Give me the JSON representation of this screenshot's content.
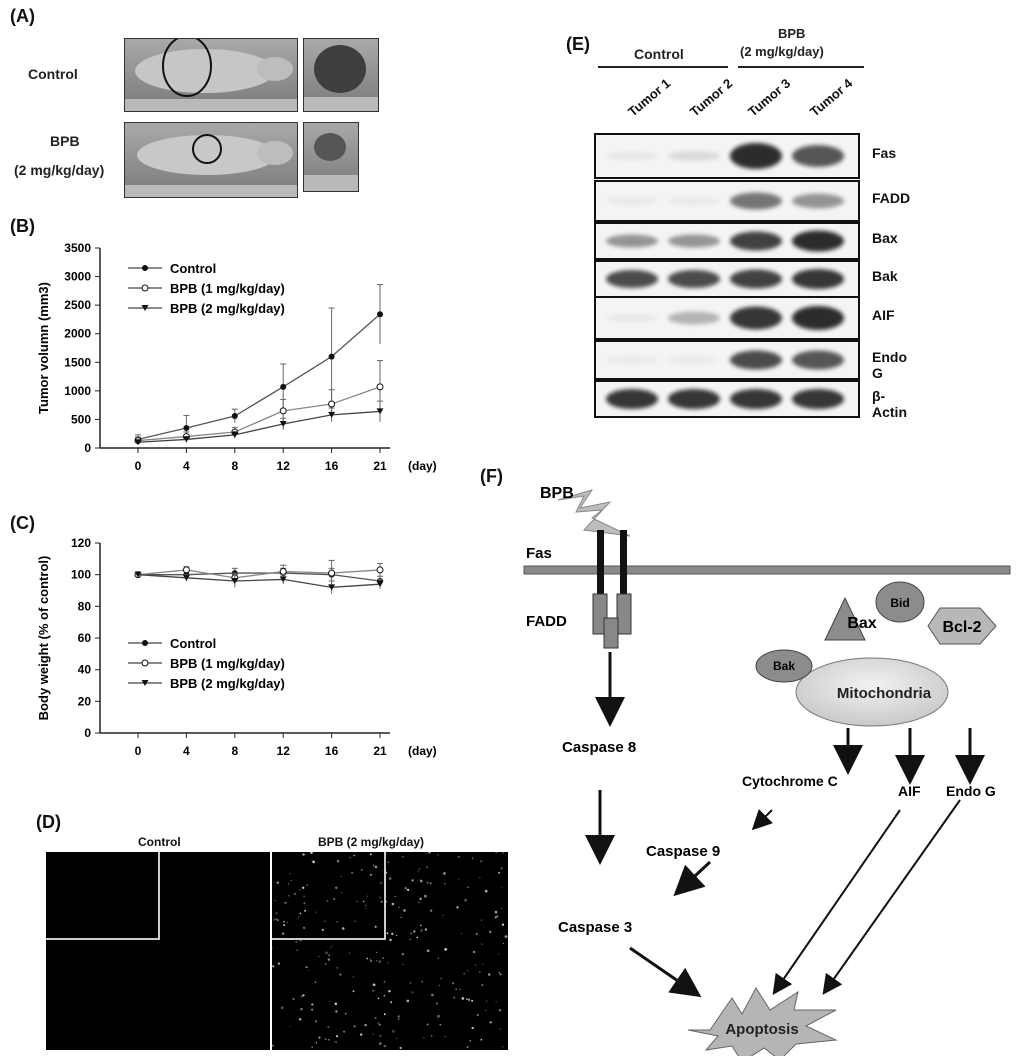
{
  "panelA": {
    "label": "(A)",
    "control_label": "Control",
    "bpb_label_line1": "BPB",
    "bpb_label_line2": "(2 mg/kg/day)"
  },
  "panelB": {
    "label": "(B)"
  },
  "panelC": {
    "label": "(C)"
  },
  "panelD": {
    "label": "(D)",
    "left_title": "Control",
    "right_title": "BPB (2 mg/kg/day)"
  },
  "panelE": {
    "label": "(E)",
    "group_control": "Control",
    "group_bpb_line1": "BPB",
    "group_bpb_line2": "(2 mg/kg/day)",
    "lanes": [
      "Tumor 1",
      "Tumor 2",
      "Tumor 3",
      "Tumor 4"
    ],
    "proteins": [
      "Fas",
      "FADD",
      "Bax",
      "Bak",
      "AIF",
      "Endo G",
      "β-Actin"
    ],
    "band_intensity": [
      [
        0.05,
        0.12,
        0.95,
        0.75
      ],
      [
        0.05,
        0.05,
        0.6,
        0.45
      ],
      [
        0.45,
        0.45,
        0.85,
        0.95
      ],
      [
        0.8,
        0.8,
        0.85,
        0.9
      ],
      [
        0.05,
        0.3,
        0.9,
        0.95
      ],
      [
        0.05,
        0.05,
        0.8,
        0.75
      ],
      [
        0.9,
        0.9,
        0.9,
        0.9
      ]
    ]
  },
  "panelF": {
    "label": "(F)",
    "bpb": "BPB",
    "fas": "Fas",
    "fadd": "FADD",
    "bid": "Bid",
    "bax": "Bax",
    "bcl2": "Bcl-2",
    "bak": "Bak",
    "mito": "Mitochondria",
    "casp8": "Caspase 8",
    "cytc": "Cytochrome C",
    "aif": "AIF",
    "endog": "Endo G",
    "casp9": "Caspase 9",
    "casp3": "Caspase 3",
    "apoptosis": "Apoptosis"
  },
  "chart_data": [
    {
      "type": "line",
      "ylabel": "Tumor volumn (mm3)",
      "x": [
        0,
        4,
        8,
        12,
        16,
        21
      ],
      "x_unit": "(day)",
      "ylim": [
        0,
        3500
      ],
      "yticks": [
        0,
        500,
        1000,
        1500,
        2000,
        2500,
        3000,
        3500
      ],
      "series": [
        {
          "name": "Control",
          "values": [
            150,
            350,
            560,
            1070,
            1600,
            2340
          ],
          "errors": [
            80,
            220,
            120,
            400,
            850,
            520
          ]
        },
        {
          "name": "BPB (1 mg/kg/day)",
          "values": [
            130,
            200,
            280,
            650,
            770,
            1070
          ],
          "errors": [
            60,
            80,
            80,
            200,
            250,
            460
          ]
        },
        {
          "name": "BPB (2 mg/kg/day)",
          "values": [
            100,
            150,
            230,
            420,
            580,
            640
          ],
          "errors": [
            40,
            50,
            60,
            100,
            120,
            180
          ]
        }
      ],
      "grid": false,
      "legend": "top-left"
    },
    {
      "type": "line",
      "ylabel": "Body weight (% of control)",
      "x": [
        0,
        4,
        8,
        12,
        16,
        21
      ],
      "x_unit": "(day)",
      "ylim": [
        0,
        120
      ],
      "yticks": [
        0,
        20,
        40,
        60,
        80,
        100,
        120
      ],
      "series": [
        {
          "name": "Control",
          "values": [
            100,
            100,
            101,
            101,
            100,
            96
          ],
          "errors": [
            1,
            2,
            3,
            3,
            4,
            3
          ]
        },
        {
          "name": "BPB (1 mg/kg/day)",
          "values": [
            100,
            103,
            98,
            102,
            101,
            103
          ],
          "errors": [
            1,
            2,
            3,
            4,
            8,
            4
          ]
        },
        {
          "name": "BPB (2 mg/kg/day)",
          "values": [
            100,
            98,
            96,
            97,
            92,
            94
          ],
          "errors": [
            1,
            2,
            4,
            3,
            4,
            3
          ]
        }
      ],
      "grid": false,
      "legend": "bottom-left"
    }
  ]
}
